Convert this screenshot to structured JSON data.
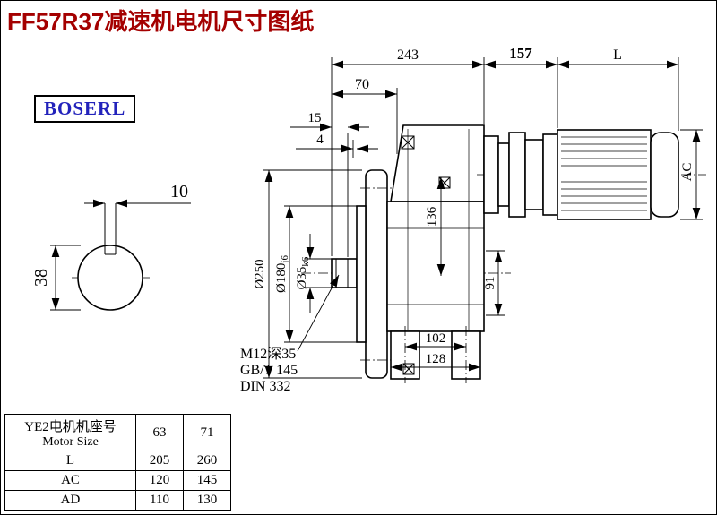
{
  "colors": {
    "title": "#a40000",
    "logo": "#2222bb"
  },
  "page": {
    "title": "FF57R37减速机电机尺寸图纸",
    "logo_text": "BOSERL"
  },
  "dims": {
    "top_243": "243",
    "top_157": "157",
    "top_L": "L",
    "top_70": "70",
    "top_15": "15",
    "top_4": "4",
    "left_key_width": "10",
    "left_shaft_dia": "38",
    "flange_od": "Ø250",
    "pilot_base": "Ø180",
    "pilot_tol": "j6",
    "shaft_base": "Ø35",
    "shaft_tol": "k6",
    "height_136": "136",
    "right_91": "91",
    "ac": "AC",
    "bottom_102": "102",
    "bottom_128": "128"
  },
  "notes": {
    "tap": "M12深35",
    "std1": "GB/T 145",
    "std2": "DIN 332"
  },
  "table": {
    "header_cn": "YE2电机机座号",
    "header_en": "Motor Size",
    "size_cols": [
      "63",
      "71"
    ],
    "rows": [
      {
        "label": "L",
        "v1": "205",
        "v2": "260"
      },
      {
        "label": "AC",
        "v1": "120",
        "v2": "145"
      },
      {
        "label": "AD",
        "v1": "110",
        "v2": "130"
      }
    ]
  }
}
